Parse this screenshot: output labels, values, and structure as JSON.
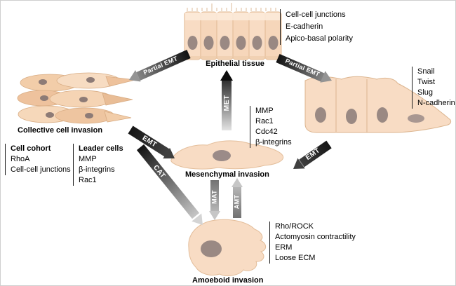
{
  "labels": {
    "epithelial_tissue": "Epithelial tissue",
    "collective_cell_invasion": "Collective cell invasion",
    "mesenchymal_invasion": "Mesenchymal invasion",
    "amoeboid_invasion": "Amoeboid invasion"
  },
  "arrows": {
    "partial_emt_left": "Partial EMT",
    "partial_emt_right": "Partial EMT",
    "met": "MET",
    "emt_left": "EMT",
    "emt_right": "EMT",
    "cat": "CAT",
    "mat": "MAT",
    "amt": "AMT"
  },
  "lists": {
    "epithelial_markers": {
      "items": [
        "Cell-cell junctions",
        "E-cadherin",
        "Apico-basal polarity"
      ]
    },
    "emt_markers": {
      "items": [
        "Snail",
        "Twist",
        "Slug",
        "N-cadherin"
      ]
    },
    "mesenchymal_markers": {
      "items": [
        "MMP",
        "Rac1",
        "Cdc42",
        "β-integrins"
      ]
    },
    "cell_cohort": {
      "title": "Cell cohort",
      "items": [
        "RhoA",
        "Cell-cell junctions"
      ]
    },
    "leader_cells": {
      "title": "Leader cells",
      "items": [
        "MMP",
        "β-integrins",
        "Rac1"
      ]
    },
    "amoeboid_markers": {
      "items": [
        "Rho/ROCK",
        "Actomyosin contractility",
        "ERM",
        "Loose ECM"
      ]
    }
  },
  "colors": {
    "cell_fill": "#f8dcc4",
    "cell_fill_dark": "#eec29d",
    "cell_stroke": "#e0b892",
    "nucleus": "#8f7f7c",
    "arrow_dark": "#0e0e0e",
    "arrow_light": "#d9d9d9"
  }
}
